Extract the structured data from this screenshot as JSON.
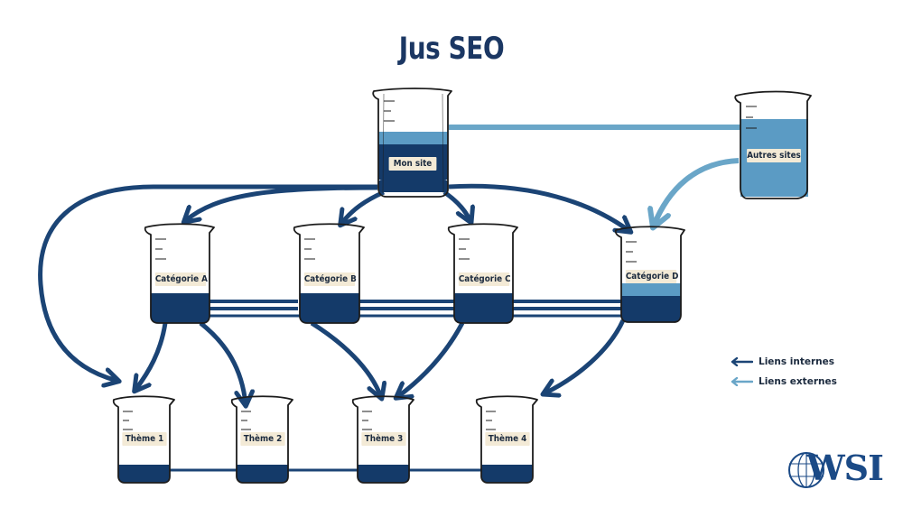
{
  "title": "Jus SEO",
  "nodes": {
    "mon_site": "Mon site",
    "autres_sites": "Autres sites",
    "categorie_a": "Catégorie A",
    "categorie_b": "Catégorie B",
    "categorie_c": "Catégorie C",
    "categorie_d": "Catégorie D",
    "theme_1": "Thème 1",
    "theme_2": "Thème 2",
    "theme_3": "Thème 3",
    "theme_4": "Thème 4"
  },
  "legend": {
    "internal": "Liens internes",
    "external": "Liens externes"
  },
  "logo": "WSI",
  "colors": {
    "internal": "#1b4475",
    "external": "#6aa6c8",
    "liquid_dark": "#143a69",
    "liquid_light": "#5b9bc4",
    "label_bg": "#f3ead6"
  }
}
